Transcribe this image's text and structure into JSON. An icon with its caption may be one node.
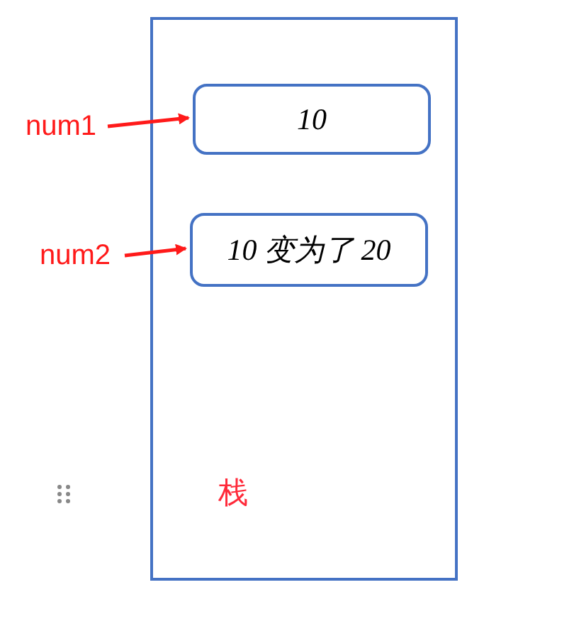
{
  "diagram": {
    "nodes": [
      {
        "text": [
          "栈"
        ]
      },
      {
        "text": [
          "10"
        ],
        "in": 0
      },
      {
        "text": [
          "10 变为了 20"
        ],
        "in": 0
      },
      {
        "text": [
          "num1"
        ]
      },
      {
        "text": [
          "num2"
        ]
      }
    ],
    "edges": [
      {
        "from": 3,
        "to": 1,
        "arrow": "to"
      },
      {
        "from": 4,
        "to": 2,
        "arrow": "to"
      }
    ]
  }
}
